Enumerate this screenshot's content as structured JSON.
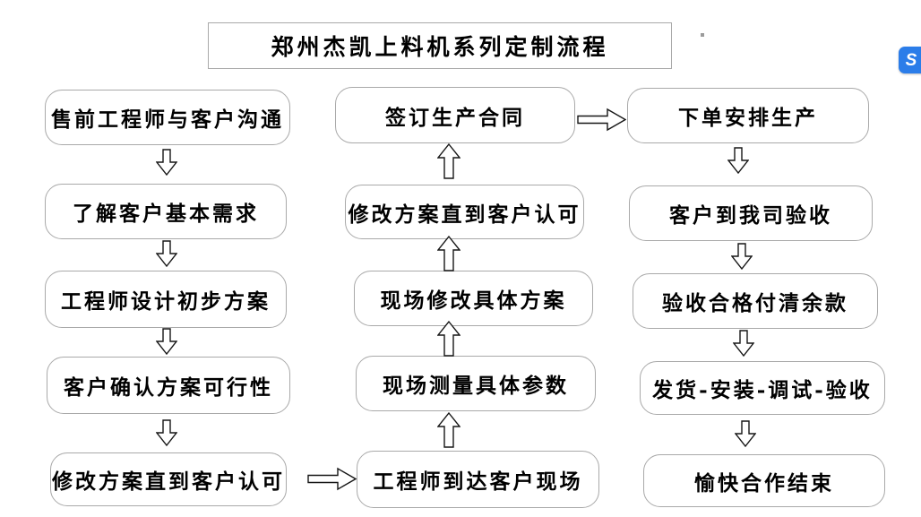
{
  "title": "郑州杰凯上料机系列定制流程",
  "flowchart": {
    "left_column": [
      "售前工程师与客户沟通",
      "了解客户基本需求",
      "工程师设计初步方案",
      "客户确认方案可行性",
      "修改方案直到客户认可"
    ],
    "middle_column": [
      "签订生产合同",
      "修改方案直到客户认可",
      "现场修改具体方案",
      "现场测量具体参数",
      "工程师到达客户现场"
    ],
    "right_column": [
      "下单安排生产",
      "客户到我司验收",
      "验收合格付清余款",
      "发货-安装-调试-验收",
      "愉快合作结束"
    ],
    "arrows": {
      "left_column_direction": "down",
      "middle_column_direction": "up",
      "right_column_direction": "down",
      "bottom_link": "left-column-to-middle-column",
      "top_link": "middle-column-to-right-column"
    }
  },
  "icons": {
    "floating_widget_glyph": "S"
  },
  "colors": {
    "box_border": "#a9a9a9",
    "arrow_outline": "#161616",
    "text": "#000000",
    "widget_blue": "#2b7de9",
    "background": "#ffffff"
  }
}
